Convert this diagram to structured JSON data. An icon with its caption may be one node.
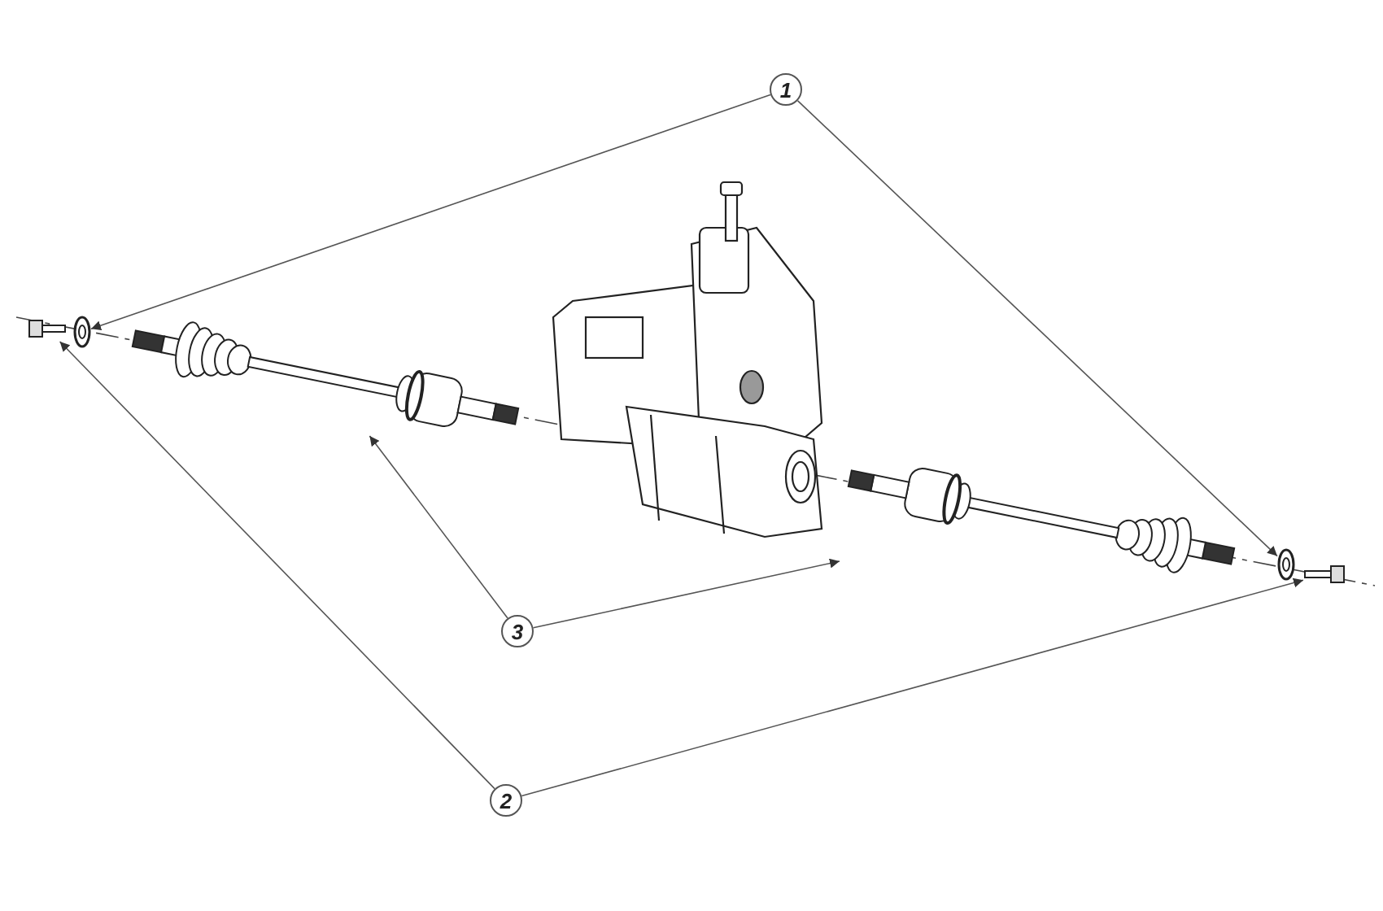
{
  "diagram": {
    "nodes": [
      {
        "text": [
          "1"
        ]
      },
      {
        "text": [],
        "shape": "picture"
      },
      {
        "text": [],
        "shape": "picture"
      },
      {
        "text": [
          "2"
        ]
      },
      {
        "text": [],
        "shape": "picture"
      },
      {
        "text": [],
        "shape": "picture"
      },
      {
        "text": [
          "3"
        ]
      },
      {
        "text": [],
        "shape": "picture"
      },
      {
        "text": [],
        "shape": "picture"
      }
    ],
    "edges": [
      {
        "from": 0,
        "to": 1,
        "arrow": "to"
      },
      {
        "from": 0,
        "to": 2,
        "arrow": "to"
      },
      {
        "from": 3,
        "to": 4,
        "arrow": "to"
      },
      {
        "from": 3,
        "to": 5,
        "arrow": "to"
      },
      {
        "from": 6,
        "to": 7,
        "arrow": "to"
      },
      {
        "from": 6,
        "to": 8,
        "arrow": "to"
      }
    ]
  }
}
